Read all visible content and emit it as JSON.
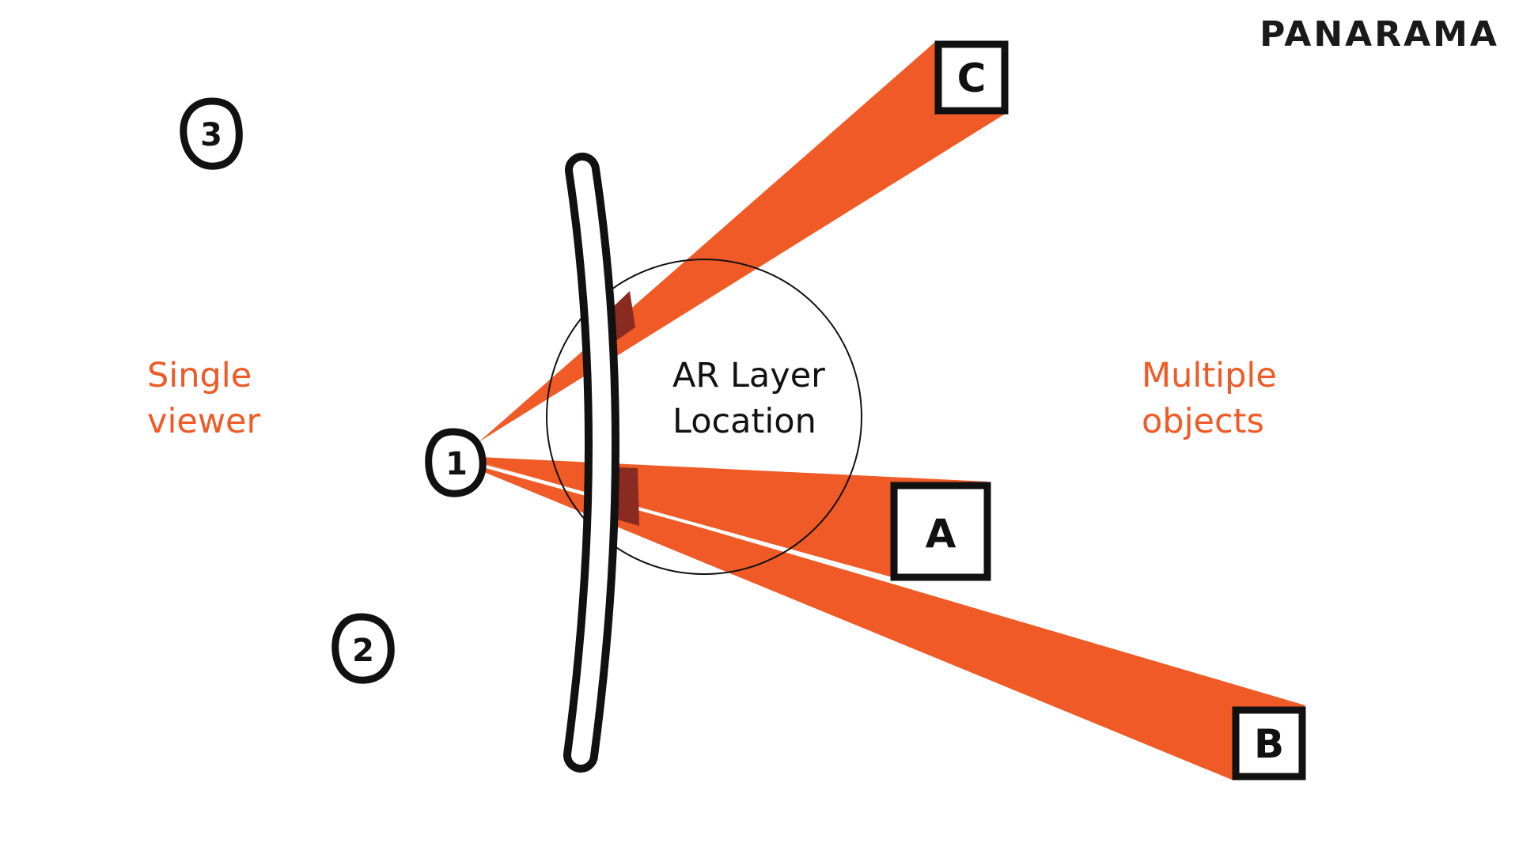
{
  "brand": "PANARAMA",
  "left_label": [
    "Single",
    "viewer"
  ],
  "right_label": [
    "Multiple",
    "objects"
  ],
  "center_label": [
    "AR Layer",
    "Location"
  ],
  "viewers": [
    {
      "id": "viewer-1",
      "label": "1"
    },
    {
      "id": "viewer-2",
      "label": "2"
    },
    {
      "id": "viewer-3",
      "label": "3"
    }
  ],
  "objects": [
    {
      "id": "object-a",
      "label": "A"
    },
    {
      "id": "object-b",
      "label": "B"
    },
    {
      "id": "object-c",
      "label": "C"
    }
  ],
  "colors": {
    "accent": "#ef5a26",
    "overlap": "#8a2b22",
    "ink": "#111111",
    "background": "#ffffff"
  }
}
